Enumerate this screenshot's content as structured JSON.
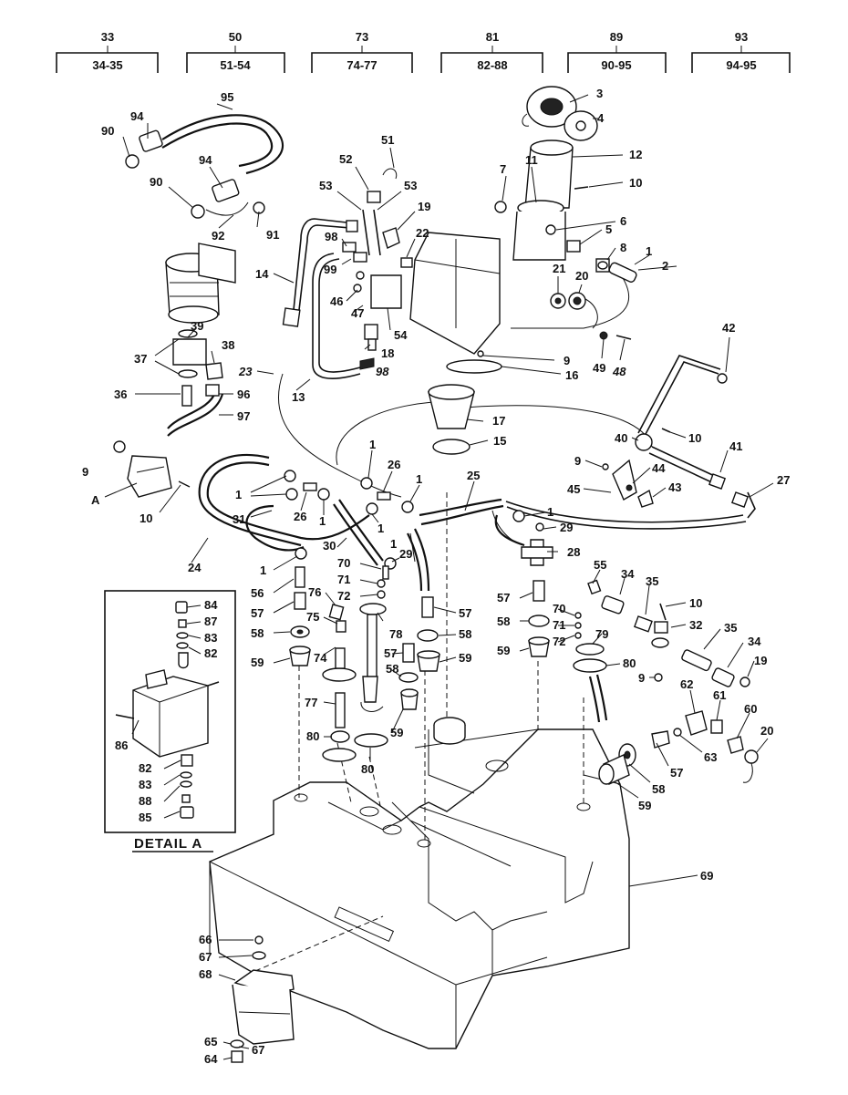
{
  "index_tabs": [
    {
      "page": "33",
      "range": "34-35"
    },
    {
      "page": "50",
      "range": "51-54"
    },
    {
      "page": "73",
      "range": "74-77"
    },
    {
      "page": "81",
      "range": "82-88"
    },
    {
      "page": "89",
      "range": "90-95"
    },
    {
      "page": "93",
      "range": "94-95"
    }
  ],
  "detail_title": "DETAIL A",
  "detail_ref": "A",
  "callouts": {
    "c95": "95",
    "c94a": "94",
    "c90a": "90",
    "c94b": "94",
    "c90b": "90",
    "c92": "92",
    "c91": "91",
    "c39": "39",
    "c38": "38",
    "c37": "37",
    "c36": "36",
    "c96": "96",
    "c97": "97",
    "c9a": "9",
    "c10a": "10",
    "c51": "51",
    "c52": "52",
    "c53a": "53",
    "c53b": "53",
    "c19a": "19",
    "c98a": "98",
    "c22": "22",
    "c99": "99",
    "c14": "14",
    "c46": "46",
    "c47": "47",
    "c54": "54",
    "c18": "18",
    "c98b": "98",
    "c23": "23",
    "c13": "13",
    "c3": "3",
    "c4": "4",
    "c12": "12",
    "c7": "7",
    "c11": "11",
    "c10b": "10",
    "c6": "6",
    "c5": "5",
    "c8": "8",
    "c1a": "1",
    "c2": "2",
    "c21": "21",
    "c20a": "20",
    "c9b": "9",
    "c16": "16",
    "c49": "49",
    "c48": "48",
    "c42": "42",
    "c17": "17",
    "c15": "15",
    "c40": "40",
    "c10c": "10",
    "c9c": "9",
    "c41": "41",
    "c44": "44",
    "c27": "27",
    "c45": "45",
    "c43": "43",
    "c1b": "1",
    "c26a": "26",
    "c1c": "1",
    "c1d": "1",
    "c26b": "26",
    "c1e": "1",
    "c31": "31",
    "c1f": "1",
    "c25": "25",
    "c1g": "1",
    "c29a": "29",
    "c24": "24",
    "c30": "30",
    "c1h": "1",
    "c1i": "1",
    "c29b": "29",
    "c28": "28",
    "c56": "56",
    "c57a": "57",
    "c58a": "58",
    "c59a": "59",
    "c70a": "70",
    "c71a": "71",
    "c72a": "72",
    "c76": "76",
    "c75": "75",
    "c78": "78",
    "c74": "74",
    "c57b": "57",
    "c58b": "58",
    "c77": "77",
    "c80a": "80",
    "c80b": "80",
    "c59b": "59",
    "c57c": "57",
    "c58c": "58",
    "c59c": "59",
    "c57d": "57",
    "c58d": "58",
    "c59d": "59",
    "c70b": "70",
    "c71b": "71",
    "c72b": "72",
    "c55": "55",
    "c34a": "34",
    "c35a": "35",
    "c10d": "10",
    "c32": "32",
    "c79": "79",
    "c80c": "80",
    "c9d": "9",
    "c35b": "35",
    "c34b": "34",
    "c19b": "19",
    "c62": "62",
    "c61": "61",
    "c60": "60",
    "c20b": "20",
    "c63": "63",
    "c57e": "57",
    "c58e": "58",
    "c59e": "59",
    "c84": "84",
    "c87": "87",
    "c83a": "83",
    "c82a": "82",
    "c86": "86",
    "c82b": "82",
    "c83b": "83",
    "c88": "88",
    "c85": "85",
    "c69": "69",
    "c66": "66",
    "c67a": "67",
    "c68": "68",
    "c65": "65",
    "c67b": "67",
    "c64": "64"
  }
}
